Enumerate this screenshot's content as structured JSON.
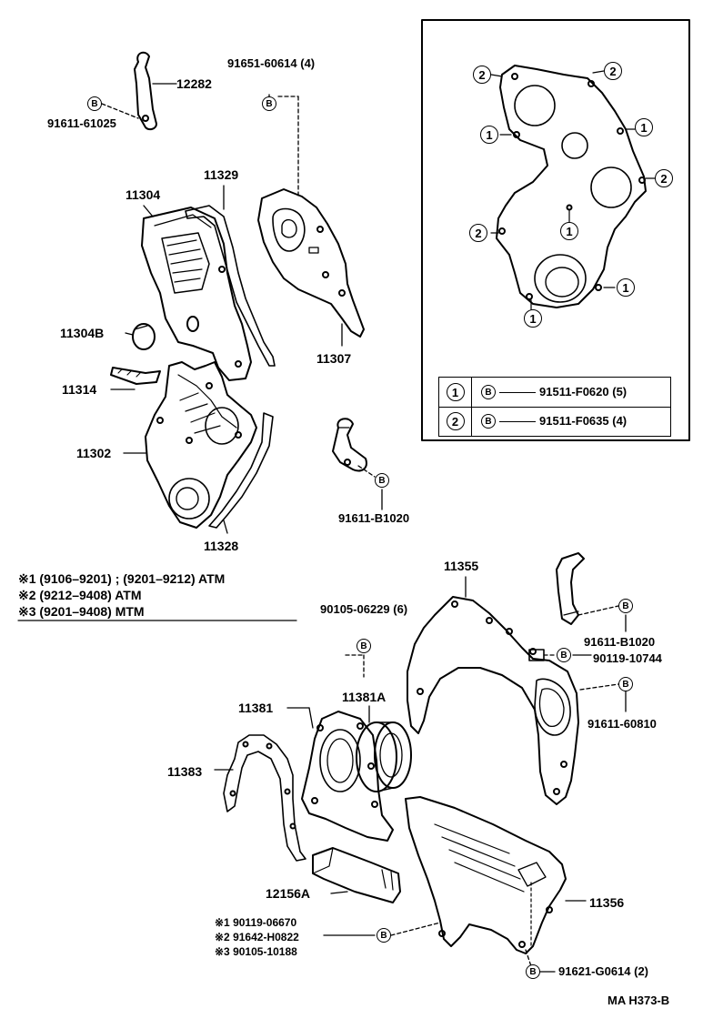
{
  "labels": {
    "p12282": "12282",
    "b91651": "91651-60614 (4)",
    "b91611_61025": "91611-61025",
    "p11329": "11329",
    "p11304": "11304",
    "p11304b": "11304B",
    "p11307": "11307",
    "p11314": "11314",
    "p11302": "11302",
    "p11328": "11328",
    "b91611_b1020_a": "91611-B1020",
    "p11355": "11355",
    "b90105_06229": "90105-06229 (6)",
    "b91611_b1020_b": "91611-B1020",
    "b90119_10744": "90119-10744",
    "b91611_60810": "91611-60810",
    "p11381": "11381",
    "p11381a": "11381A",
    "p11383": "11383",
    "p12156a": "12156A",
    "p11356": "11356",
    "b91621": "91621-G0614 (2)",
    "bolt_mark": "B",
    "ref_code": "MA H373-B"
  },
  "notes": [
    {
      "mark": "※1",
      "text": "(9106–9201) ; (9201–9212) ATM"
    },
    {
      "mark": "※2",
      "text": "(9212–9408) ATM"
    },
    {
      "mark": "※3",
      "text": "(9201–9408) MTM"
    }
  ],
  "sub_notes": [
    {
      "mark": "※1",
      "text": "90119-06670"
    },
    {
      "mark": "※2",
      "text": "91642-H0822"
    },
    {
      "mark": "※3",
      "text": "90105-10188"
    }
  ],
  "inset": {
    "callouts": [
      "2",
      "2",
      "1",
      "1",
      "2",
      "2",
      "1",
      "1",
      "1"
    ],
    "legend": [
      {
        "key": "1",
        "part": "91511-F0620 (5)"
      },
      {
        "key": "2",
        "part": "91511-F0635 (4)"
      }
    ]
  }
}
